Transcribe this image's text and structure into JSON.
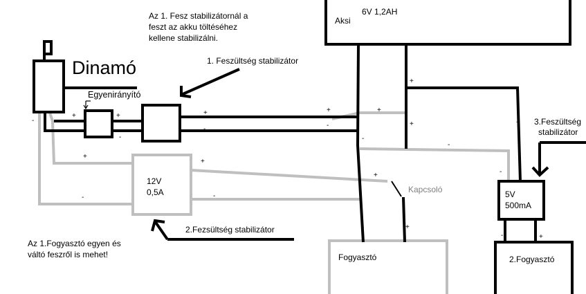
{
  "labels": {
    "dinamo": "Dinamó",
    "egyeniranyito": "Egyenirányító",
    "note_top_line1": "Az 1. Fesz stabilizátornál a",
    "note_top_line2": "feszt az akku töltéséhez",
    "note_top_line3": "kellene stabilizálni.",
    "stab1": "1.  Feszültség stabilizátor",
    "aksi": "Aksi",
    "aksi_spec": "6V 1,2AH",
    "stab2": "2.Fezsültség stabilizátor",
    "reg12_line1": "12V",
    "reg12_line2": "0,5A",
    "kapcsolo": "Kapcsoló",
    "stab3_line1": "3.Feszültség",
    "stab3_line2": "stabilizátor",
    "reg5_line1": "5V",
    "reg5_line2": "500mA",
    "fogyaszto1": "Fogyasztó",
    "fogyaszto2": "2.Fogyasztó",
    "note_bottom_line1": "Az 1.Fogyasztó egyen és",
    "note_bottom_line2": "váltó feszről is mehet!"
  },
  "polarity": {
    "plus": "+",
    "minus": "-"
  },
  "colors": {
    "wire_black": "#000000",
    "wire_gray": "#bfbfbf",
    "kapcsolo_text": "#808080"
  }
}
